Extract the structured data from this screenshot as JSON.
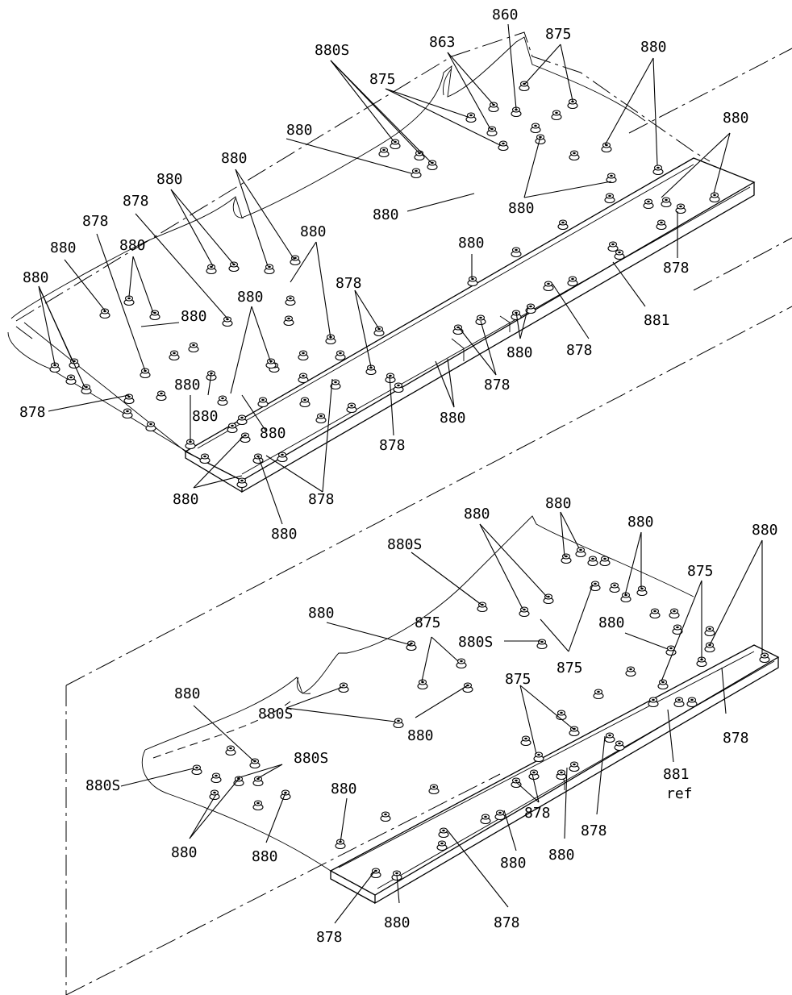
{
  "callouts": {
    "upper": [
      {
        "id": "u1",
        "text": "880"
      },
      {
        "id": "u2",
        "text": "880"
      },
      {
        "id": "u3",
        "text": "878"
      },
      {
        "id": "u4",
        "text": "880"
      },
      {
        "id": "u5",
        "text": "878"
      },
      {
        "id": "u6",
        "text": "880"
      },
      {
        "id": "u7",
        "text": "880"
      },
      {
        "id": "u8",
        "text": "880"
      },
      {
        "id": "u9",
        "text": "880"
      },
      {
        "id": "u10",
        "text": "880S"
      },
      {
        "id": "u11",
        "text": "875"
      },
      {
        "id": "u12",
        "text": "863"
      },
      {
        "id": "u13",
        "text": "860"
      },
      {
        "id": "u14",
        "text": "875"
      },
      {
        "id": "u15",
        "text": "880"
      },
      {
        "id": "u16",
        "text": "880"
      },
      {
        "id": "u17",
        "text": "880"
      },
      {
        "id": "u18",
        "text": "880"
      },
      {
        "id": "u19",
        "text": "878"
      },
      {
        "id": "u20",
        "text": "881"
      },
      {
        "id": "u21",
        "text": "880"
      },
      {
        "id": "u22",
        "text": "878"
      },
      {
        "id": "u23",
        "text": "880"
      },
      {
        "id": "u24",
        "text": "878"
      },
      {
        "id": "u25",
        "text": "880"
      },
      {
        "id": "u26",
        "text": "878"
      },
      {
        "id": "u27",
        "text": "878"
      },
      {
        "id": "u28",
        "text": "880"
      },
      {
        "id": "u29",
        "text": "880"
      },
      {
        "id": "u30",
        "text": "880"
      },
      {
        "id": "u31",
        "text": "880"
      },
      {
        "id": "u32",
        "text": "880"
      },
      {
        "id": "u33",
        "text": "878"
      },
      {
        "id": "u34",
        "text": "878"
      },
      {
        "id": "u35",
        "text": "880"
      },
      {
        "id": "u36",
        "text": "880"
      }
    ],
    "lower": [
      {
        "id": "l1",
        "text": "880"
      },
      {
        "id": "l2",
        "text": "880"
      },
      {
        "id": "l3",
        "text": "880"
      },
      {
        "id": "l4",
        "text": "880S"
      },
      {
        "id": "l5",
        "text": "880"
      },
      {
        "id": "l6",
        "text": "875"
      },
      {
        "id": "l7",
        "text": "880"
      },
      {
        "id": "l8",
        "text": "880S"
      },
      {
        "id": "l9",
        "text": "875"
      },
      {
        "id": "l10",
        "text": "875"
      },
      {
        "id": "l11",
        "text": "880"
      },
      {
        "id": "l12",
        "text": "880S"
      },
      {
        "id": "l13",
        "text": "880"
      },
      {
        "id": "l14",
        "text": "880"
      },
      {
        "id": "l15",
        "text": "880S"
      },
      {
        "id": "l16",
        "text": "880S"
      },
      {
        "id": "l17",
        "text": "880"
      },
      {
        "id": "l18",
        "text": "880"
      },
      {
        "id": "l19",
        "text": "880"
      },
      {
        "id": "l20",
        "text": "878"
      },
      {
        "id": "l21",
        "text": "880"
      },
      {
        "id": "l22",
        "text": "878"
      },
      {
        "id": "l23",
        "text": "880"
      },
      {
        "id": "l24",
        "text": "878"
      },
      {
        "id": "l25",
        "text": "881"
      },
      {
        "id": "l26",
        "text": "ref"
      },
      {
        "id": "l27",
        "text": "878"
      },
      {
        "id": "l28",
        "text": "878"
      },
      {
        "id": "l29",
        "text": "880"
      },
      {
        "id": "l30",
        "text": "875"
      }
    ]
  },
  "colors": {
    "ink": "#000000",
    "paper": "#ffffff"
  }
}
